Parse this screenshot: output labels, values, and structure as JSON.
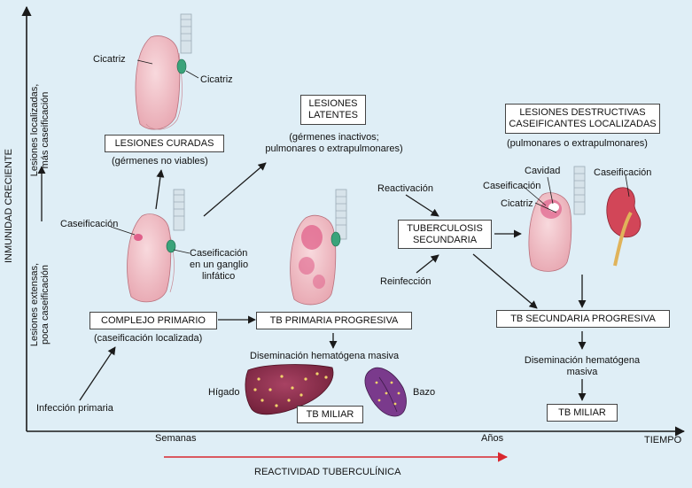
{
  "axes": {
    "y_title": "INMUNIDAD CRECIENTE",
    "y_top": [
      "Lesiones localizadas,",
      "más caseificación"
    ],
    "y_bottom": [
      "Lesiones extensas,",
      "poca caseificación"
    ],
    "x_weeks": "Semanas",
    "x_years": "Años",
    "x_title": "TIEMPO",
    "reactivity": "REACTIVIDAD TUBERCULÍNICA"
  },
  "boxes": {
    "cured": "LESIONES CURADAS",
    "latent": [
      "LESIONES",
      "LATENTES"
    ],
    "destructive": [
      "LESIONES DESTRUCTIVAS",
      "CASEIFICANTES LOCALIZADAS"
    ],
    "secondary_tb": [
      "TUBERCULOSIS",
      "SECUNDARIA"
    ],
    "primary_complex": "COMPLEJO PRIMARIO",
    "progressive_primary": "TB PRIMARIA PROGRESIVA",
    "progressive_secondary": "TB SECUNDARIA PROGRESIVA",
    "miliar_1": "TB MILIAR",
    "miliar_2": "TB MILIAR"
  },
  "labels": {
    "scar_left": "Cicatriz",
    "scar_right": "Cicatriz",
    "germs_not_viable": "(gérmenes no viables)",
    "germs_inactive": [
      "(gérmenes inactivos;",
      "pulmonares o extrapulmonares)"
    ],
    "pulm_extrapulm": "(pulmonares o extrapulmonares)",
    "caseification_primary": "Caseificación",
    "lymph_node": [
      "Caseificación",
      "en un ganglio",
      "linfático"
    ],
    "localized_caseification": "(caseificación localizada)",
    "primary_infection": "Infección primaria",
    "reactivation": "Reactivación",
    "reinfection": "Reinfección",
    "cavity": "Cavidad",
    "caseification_sec": "Caseificación",
    "scar_sec": "Cicatriz",
    "caseification_kidney": "Caseificación",
    "massive_spread_1": "Diseminación hematógena masiva",
    "massive_spread_2": [
      "Diseminación hematógena",
      "masiva"
    ],
    "liver": "Hígado",
    "spleen": "Bazo"
  },
  "colors": {
    "background": "#dfeef6",
    "lung": "#f4c9cf",
    "lesion": "#e0608a",
    "liver": "#8b2f4a",
    "spleen": "#7a3a8c",
    "arrow": "#1a1a1a",
    "reactivity_arrow": "#d9272e"
  }
}
